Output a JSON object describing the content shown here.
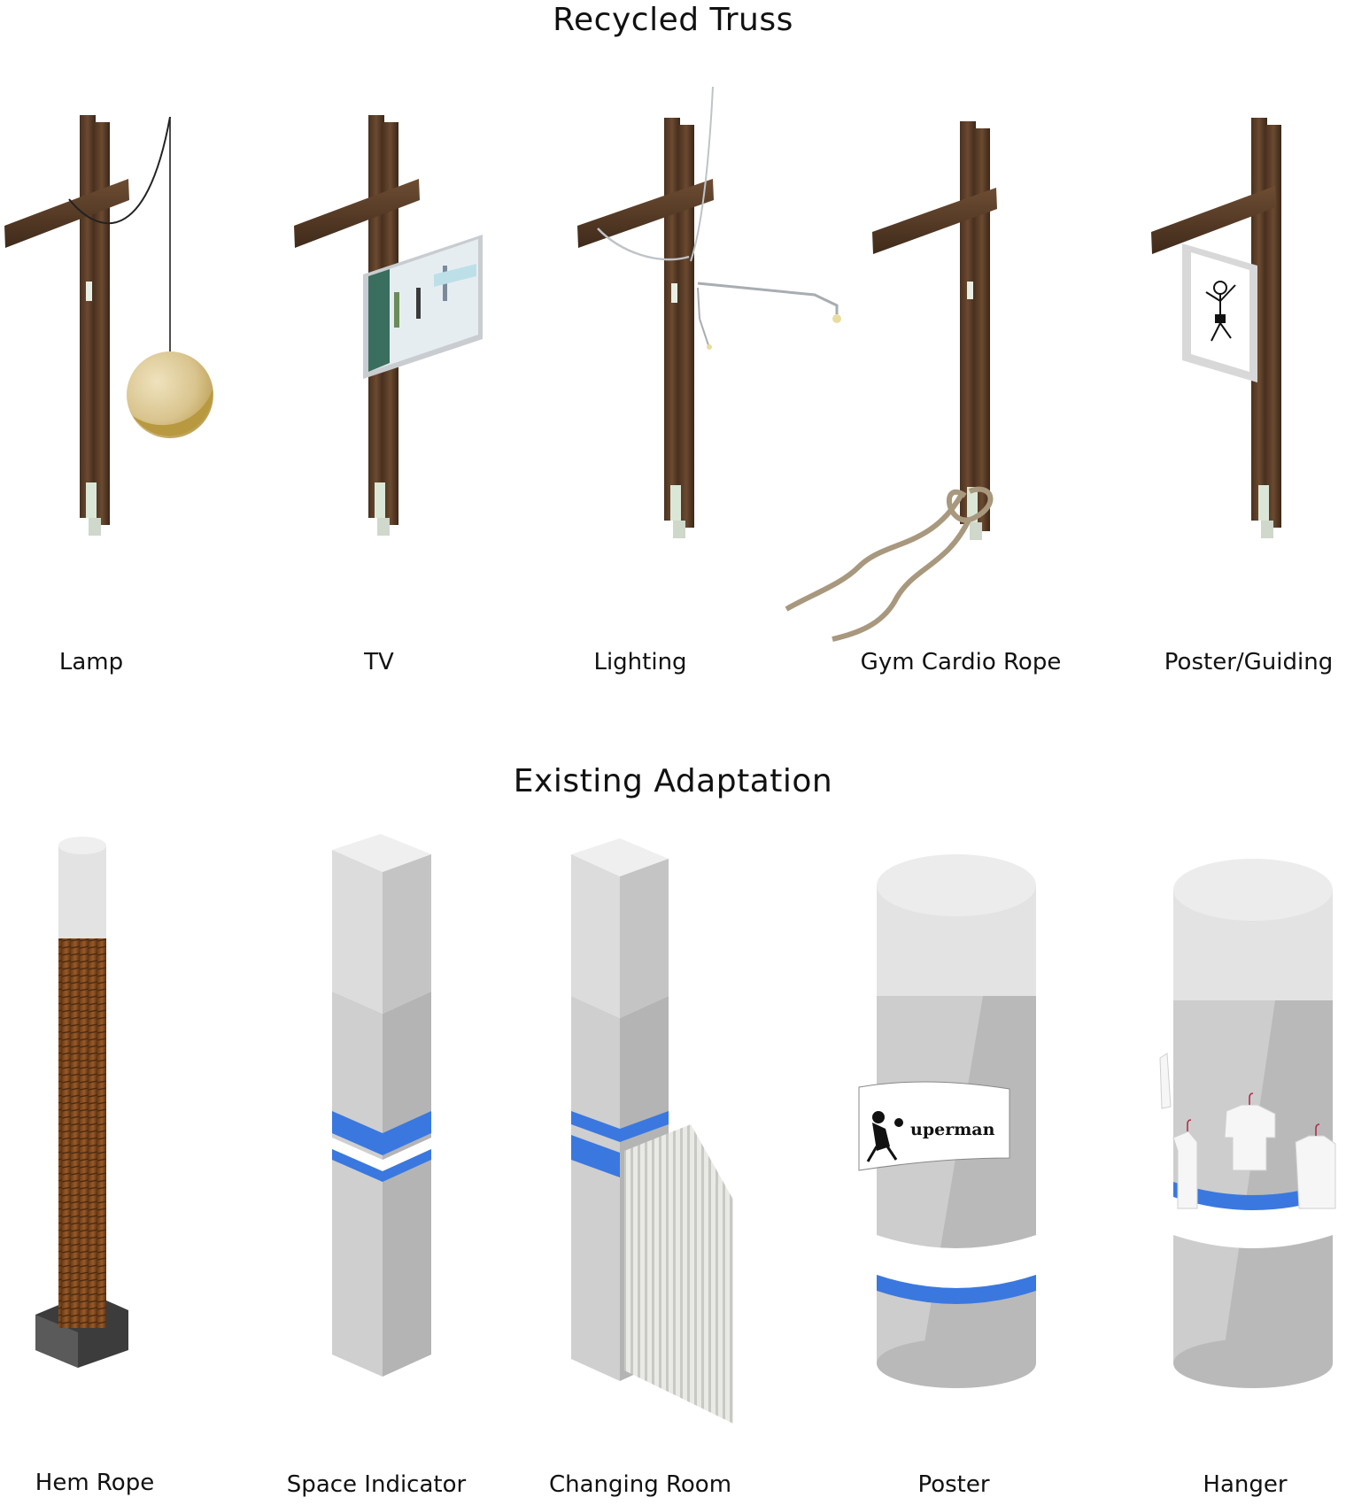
{
  "sections": {
    "truss": {
      "title": "Recycled Truss",
      "items": [
        "Lamp",
        "TV",
        "Lighting",
        "Gym Cardio Rope",
        "Poster/Guiding"
      ]
    },
    "adaptation": {
      "title": "Existing Adaptation",
      "items": [
        "Hem Rope",
        "Space Indicator",
        "Changing Room",
        "Poster",
        "Hanger"
      ]
    }
  },
  "poster_text": "uperman",
  "colors": {
    "wood_dark": "#3a2617",
    "wood_mid": "#5b3e28",
    "wood_light": "#7a583c",
    "accent_blue": "#3a78e0",
    "concrete_light": "#e6e6e6",
    "concrete_mid": "#cfcfcf",
    "concrete_dark": "#b2b2b2",
    "lamp_globe": "#d9c48e",
    "rope": "#a8987e"
  }
}
